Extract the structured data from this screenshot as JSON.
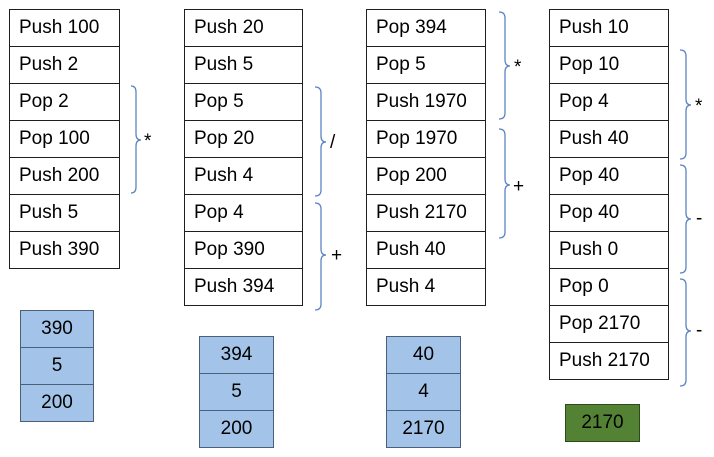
{
  "columns": [
    {
      "ops": [
        "Push 100",
        "Push 2",
        "Pop 2",
        "Pop 100",
        "Push 200",
        "Push 5",
        "Push 390"
      ]
    },
    {
      "ops": [
        "Push 20",
        "Push 5",
        "Pop 5",
        "Pop 20",
        "Push 4",
        "Pop 4",
        "Pop 390",
        "Push 394"
      ]
    },
    {
      "ops": [
        "Pop 394",
        "Pop 5",
        "Push 1970",
        "Pop 1970",
        "Pop 200",
        "Push 2170",
        "Push 40",
        "Push 4"
      ]
    },
    {
      "ops": [
        "Push 10",
        "Pop 10",
        "Pop 4",
        "Push 40",
        "Pop 40",
        "Pop 40",
        "Push 0",
        "Pop 0",
        "Pop 2170",
        "Push 2170"
      ]
    }
  ],
  "stacks": [
    {
      "values": [
        "390",
        "5",
        "200"
      ]
    },
    {
      "values": [
        "394",
        "5",
        "200"
      ]
    },
    {
      "values": [
        "40",
        "4",
        "2170"
      ]
    }
  ],
  "result": {
    "value": "2170",
    "color": "#548235"
  },
  "operators": {
    "col1_mul": "*",
    "col2_div": "/",
    "col2_add": "+",
    "col3_mul": "*",
    "col3_add": "+",
    "col4_mul": "*",
    "col4_sub1": "-",
    "col4_sub2": "-"
  },
  "colors": {
    "stack_fill": "#a3c4e8",
    "bracket": "#5b84c4",
    "result_fill": "#548235"
  }
}
